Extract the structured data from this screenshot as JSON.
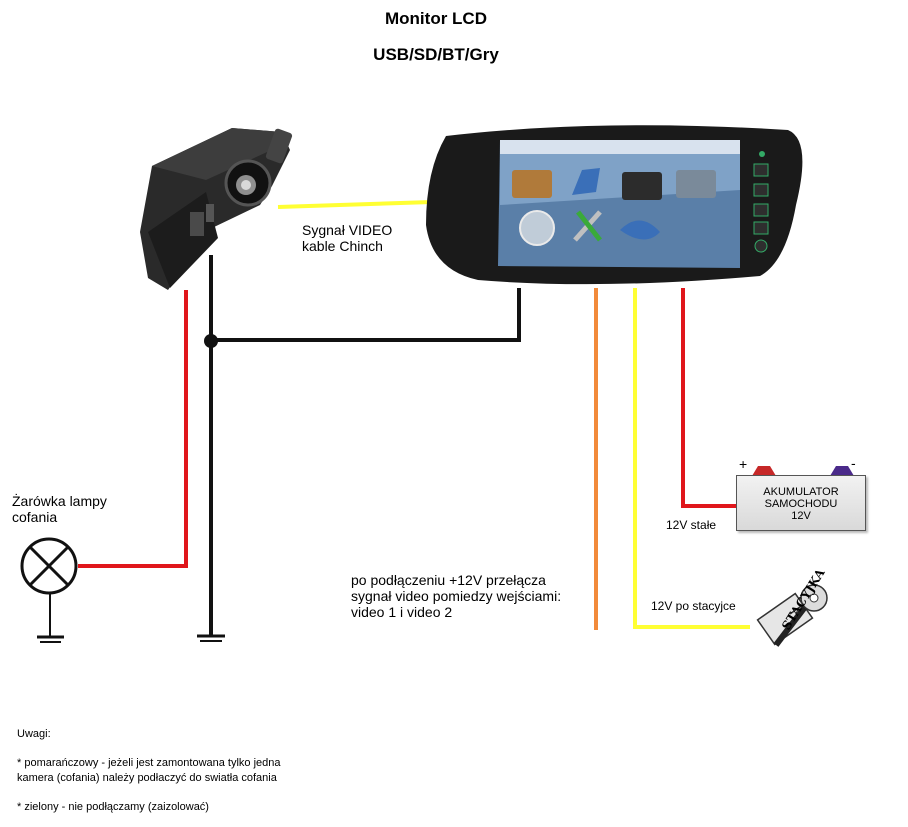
{
  "title": {
    "line1": "Monitor LCD",
    "line2": "USB/SD/BT/Gry"
  },
  "labels": {
    "video_signal": "Sygnał VIDEO\nkable Chinch",
    "reverse_lamp": "Żarówka lampy\ncofania",
    "switch_note": "po podłączeniu +12V przełącza\nsygnał video pomiedzy wejściami:\n video 1 i video 2",
    "constant_12v": "12V stałe",
    "ignition_12v": "12V po stacyjce",
    "plus": "+",
    "minus": "-",
    "ignition_switch": "STACYJKA"
  },
  "battery": {
    "line1": "AKUMULATOR",
    "line2": "SAMOCHODU",
    "line3": "12V"
  },
  "notes": {
    "heading": "Uwagi:",
    "orange": "* pomarańczowy - jeżeli jest zamontowana tylko jedna\nkamera (cofania) należy podłaczyć do swiatła cofania",
    "green": "* zielony - nie podłączamy (zaizolować)"
  },
  "colors": {
    "red_wire": "#e0161b",
    "black_wire": "#111111",
    "yellow_wire": "#ffff33",
    "orange_wire": "#f28a3a",
    "monitor_body": "#1a1a1a",
    "screen": "#5a7fa8"
  },
  "icons": [
    "camera-icon",
    "monitor-icon",
    "lamp-icon",
    "ground-icon",
    "battery-icon",
    "key-icon"
  ]
}
